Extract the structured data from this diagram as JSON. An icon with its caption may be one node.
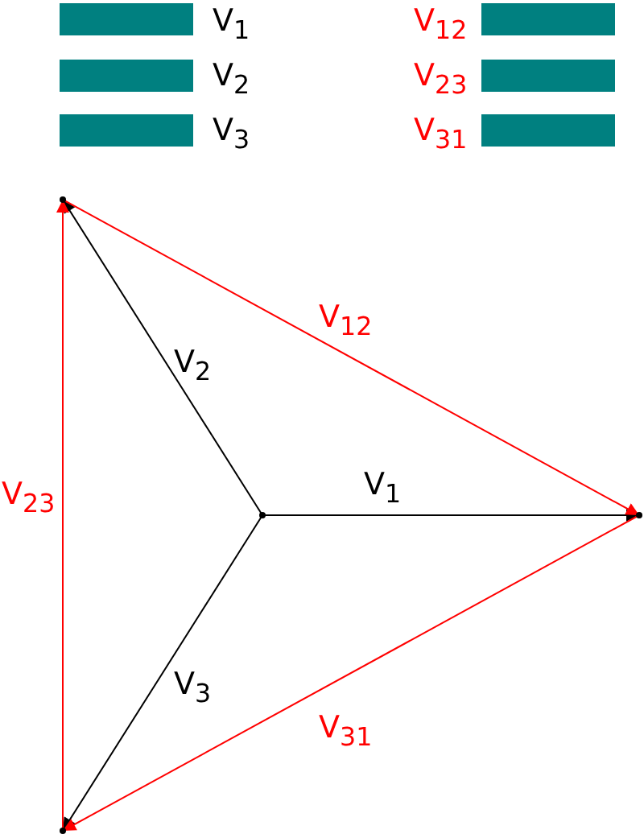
{
  "diagram": {
    "nodes": [
      {
        "text": [],
        "shape": "point"
      },
      {
        "text": [],
        "shape": "point"
      },
      {
        "text": [],
        "shape": "point"
      },
      {
        "text": [],
        "shape": "point"
      }
    ],
    "edges": [
      {
        "from": 0,
        "to": 1,
        "arrow": "to",
        "label": "V$_{1}$"
      },
      {
        "from": 0,
        "to": 2,
        "arrow": "to",
        "label": "V$_{2}$"
      },
      {
        "from": 0,
        "to": 3,
        "arrow": "to",
        "label": "V$_{3}$"
      },
      {
        "from": 2,
        "to": 1,
        "arrow": "to",
        "label": "V$_{12}$",
        "color": "#ff0000"
      },
      {
        "from": 3,
        "to": 2,
        "arrow": "to",
        "label": "V$_{23}$",
        "color": "#ff0000"
      },
      {
        "from": 1,
        "to": 3,
        "arrow": "to",
        "label": "V$_{31}$",
        "color": "#ff0000"
      }
    ],
    "legend": [
      {
        "text": "V$_{1}$",
        "color": "#008080"
      },
      {
        "text": "V$_{2}$",
        "color": "#008080"
      },
      {
        "text": "V$_{3}$",
        "color": "#008080"
      },
      {
        "text": "V$_{12}$",
        "color": "#008080"
      },
      {
        "text": "V$_{23}$",
        "color": "#008080"
      },
      {
        "text": "V$_{31}$",
        "color": "#008080"
      }
    ]
  }
}
